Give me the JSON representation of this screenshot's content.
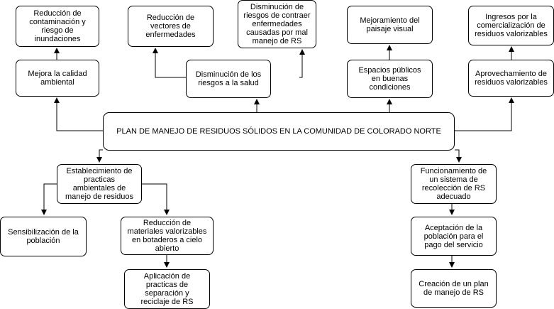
{
  "diagram": {
    "central": "PLAN DE MANEJO DE RESIDUOS SÓLIDOS EN LA COMUNIDAD DE COLORADO NORTE",
    "top": {
      "reduccion_contaminacion": "Reducción de\ncontaminación y\nriesgo de\ninundaciones",
      "mejora_calidad": "Mejora la calidad\nambiental",
      "reduccion_vectores": "Reducción de\nvectores de\nenfermedades",
      "disminucion_enfermedades": "Disminución de\nriesgos de contraer\nenfermedades\ncausadas por mal\nmanejo de RS",
      "disminucion_riesgos": "Disminución de los\nriesgos a la salud",
      "mejoramiento_paisaje": "Mejoramiento del\npaisaje visual",
      "espacios_publicos": "Espacios públicos\nen buenas\ncondiciones",
      "ingresos": "Ingresos por la\ncomercialización de\nresiduos valorizables",
      "aprovechamiento": "Aprovechamiento de\nresiduos valorizables"
    },
    "bottom": {
      "establecimiento": "Establecimiento de\npracticas\nambientales de\nmanejo de residuos",
      "sensibilizacion": "Sensibilización de la\npoblación",
      "reduccion_materiales": "Reducción de\nmateriales valorizables\nen botaderos a cielo\nabierto",
      "aplicacion": "Aplicación de\npracticas de\nseparación y\nreciclaje de RS",
      "funcionamiento": "Funcionamiento de\nun sistema de\nrecolección de RS\nadecuado",
      "aceptacion": "Aceptación de la\npoblación para el\npago del servicio",
      "creacion": "Creación de un plan\nde manejo de RS"
    }
  }
}
